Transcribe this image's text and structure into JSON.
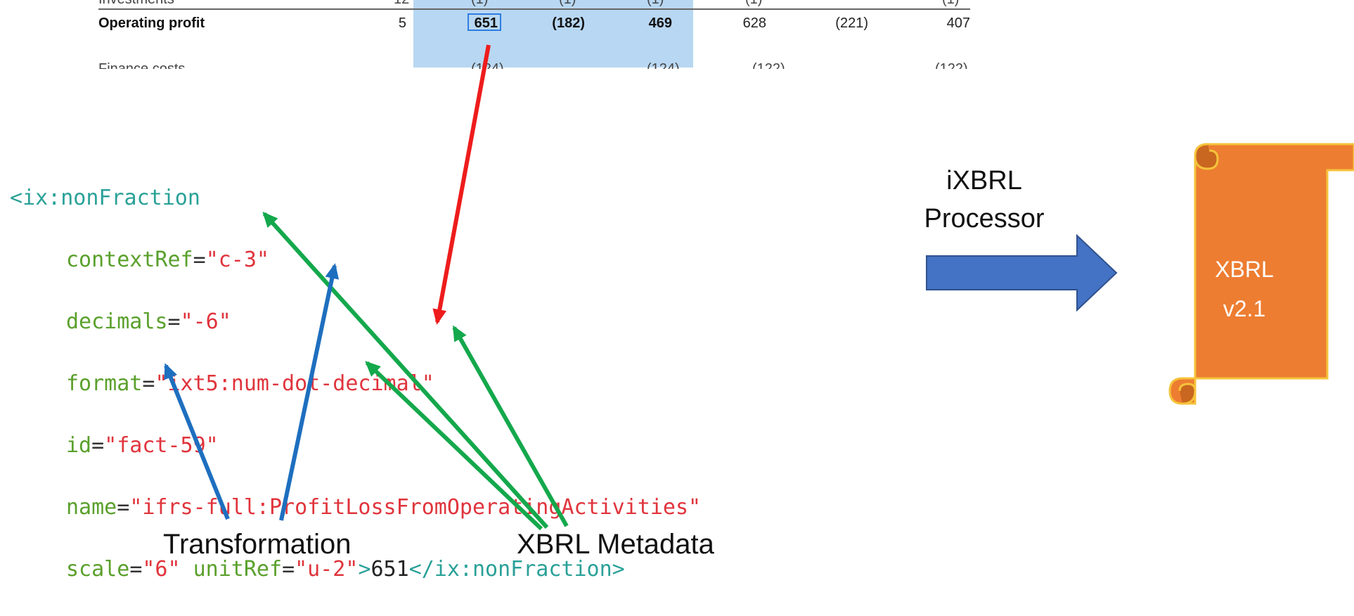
{
  "statement": {
    "row_label": "Operating profit",
    "note": "5",
    "values": [
      "651",
      "(182)",
      "469",
      "628",
      "(221)",
      "407"
    ]
  },
  "code": {
    "open_tag": "<ix:nonFraction",
    "attrs": [
      {
        "name": "contextRef",
        "value": "\"c-3\""
      },
      {
        "name": "decimals",
        "value": "\"-6\""
      },
      {
        "name": "format",
        "value": "\"ixt5:num-dot-decimal\""
      },
      {
        "name": "id",
        "value": "\"fact-59\""
      },
      {
        "name": "name",
        "value": "\"ifrs-full:ProfitLossFromOperatingActivities\""
      }
    ],
    "last_line": {
      "scale_name": "scale",
      "scale_value": "\"6\"",
      "unit_name": "unitRef",
      "unit_value": "\"u-2\"",
      "gt": ">",
      "content": "651",
      "close_tag": "</ix:nonFraction>"
    }
  },
  "labels": {
    "transformation": "Transformation",
    "metadata": "XBRL Metadata",
    "processor_line1": "iXBRL",
    "processor_line2": "Processor"
  },
  "output_doc": {
    "line1": "XBRL",
    "line2": "v2.1"
  },
  "colors": {
    "highlight": "#b8d7f2",
    "red_arrow": "#ee1c1c",
    "green_arrow": "#14a84c",
    "blue_arrow": "#1e6fbf",
    "process_arrow": "#4472c4",
    "scroll": "#ed7d31"
  }
}
